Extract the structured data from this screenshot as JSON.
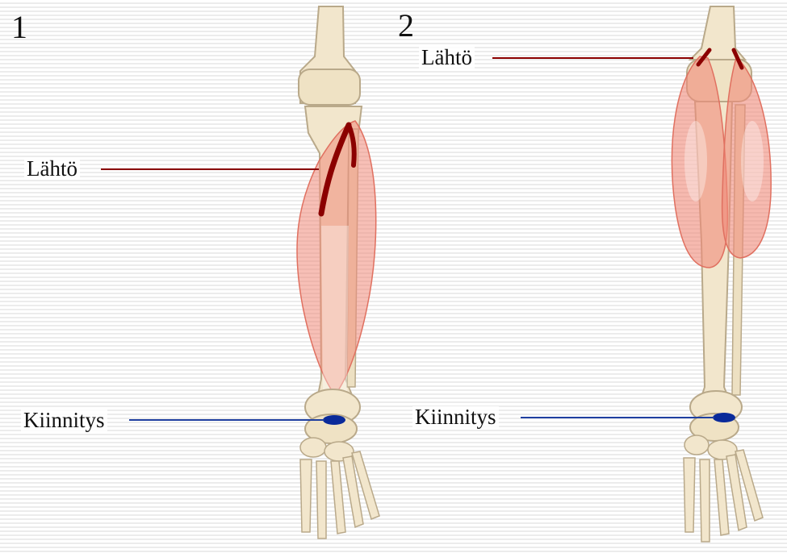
{
  "panels": [
    {
      "number": "1",
      "labels": {
        "origin": "Lähtö",
        "insertion": "Kiinnitys"
      }
    },
    {
      "number": "2",
      "labels": {
        "origin": "Lähtö",
        "insertion": "Kiinnitys"
      }
    }
  ],
  "colors": {
    "bone": "#f2e6cc",
    "bone_outline": "#b9a98a",
    "muscle": "#f08a7a",
    "origin_line": "#8b0000",
    "insertion_line": "#1f3fa0",
    "insertion_marker": "#0a2a9a"
  }
}
